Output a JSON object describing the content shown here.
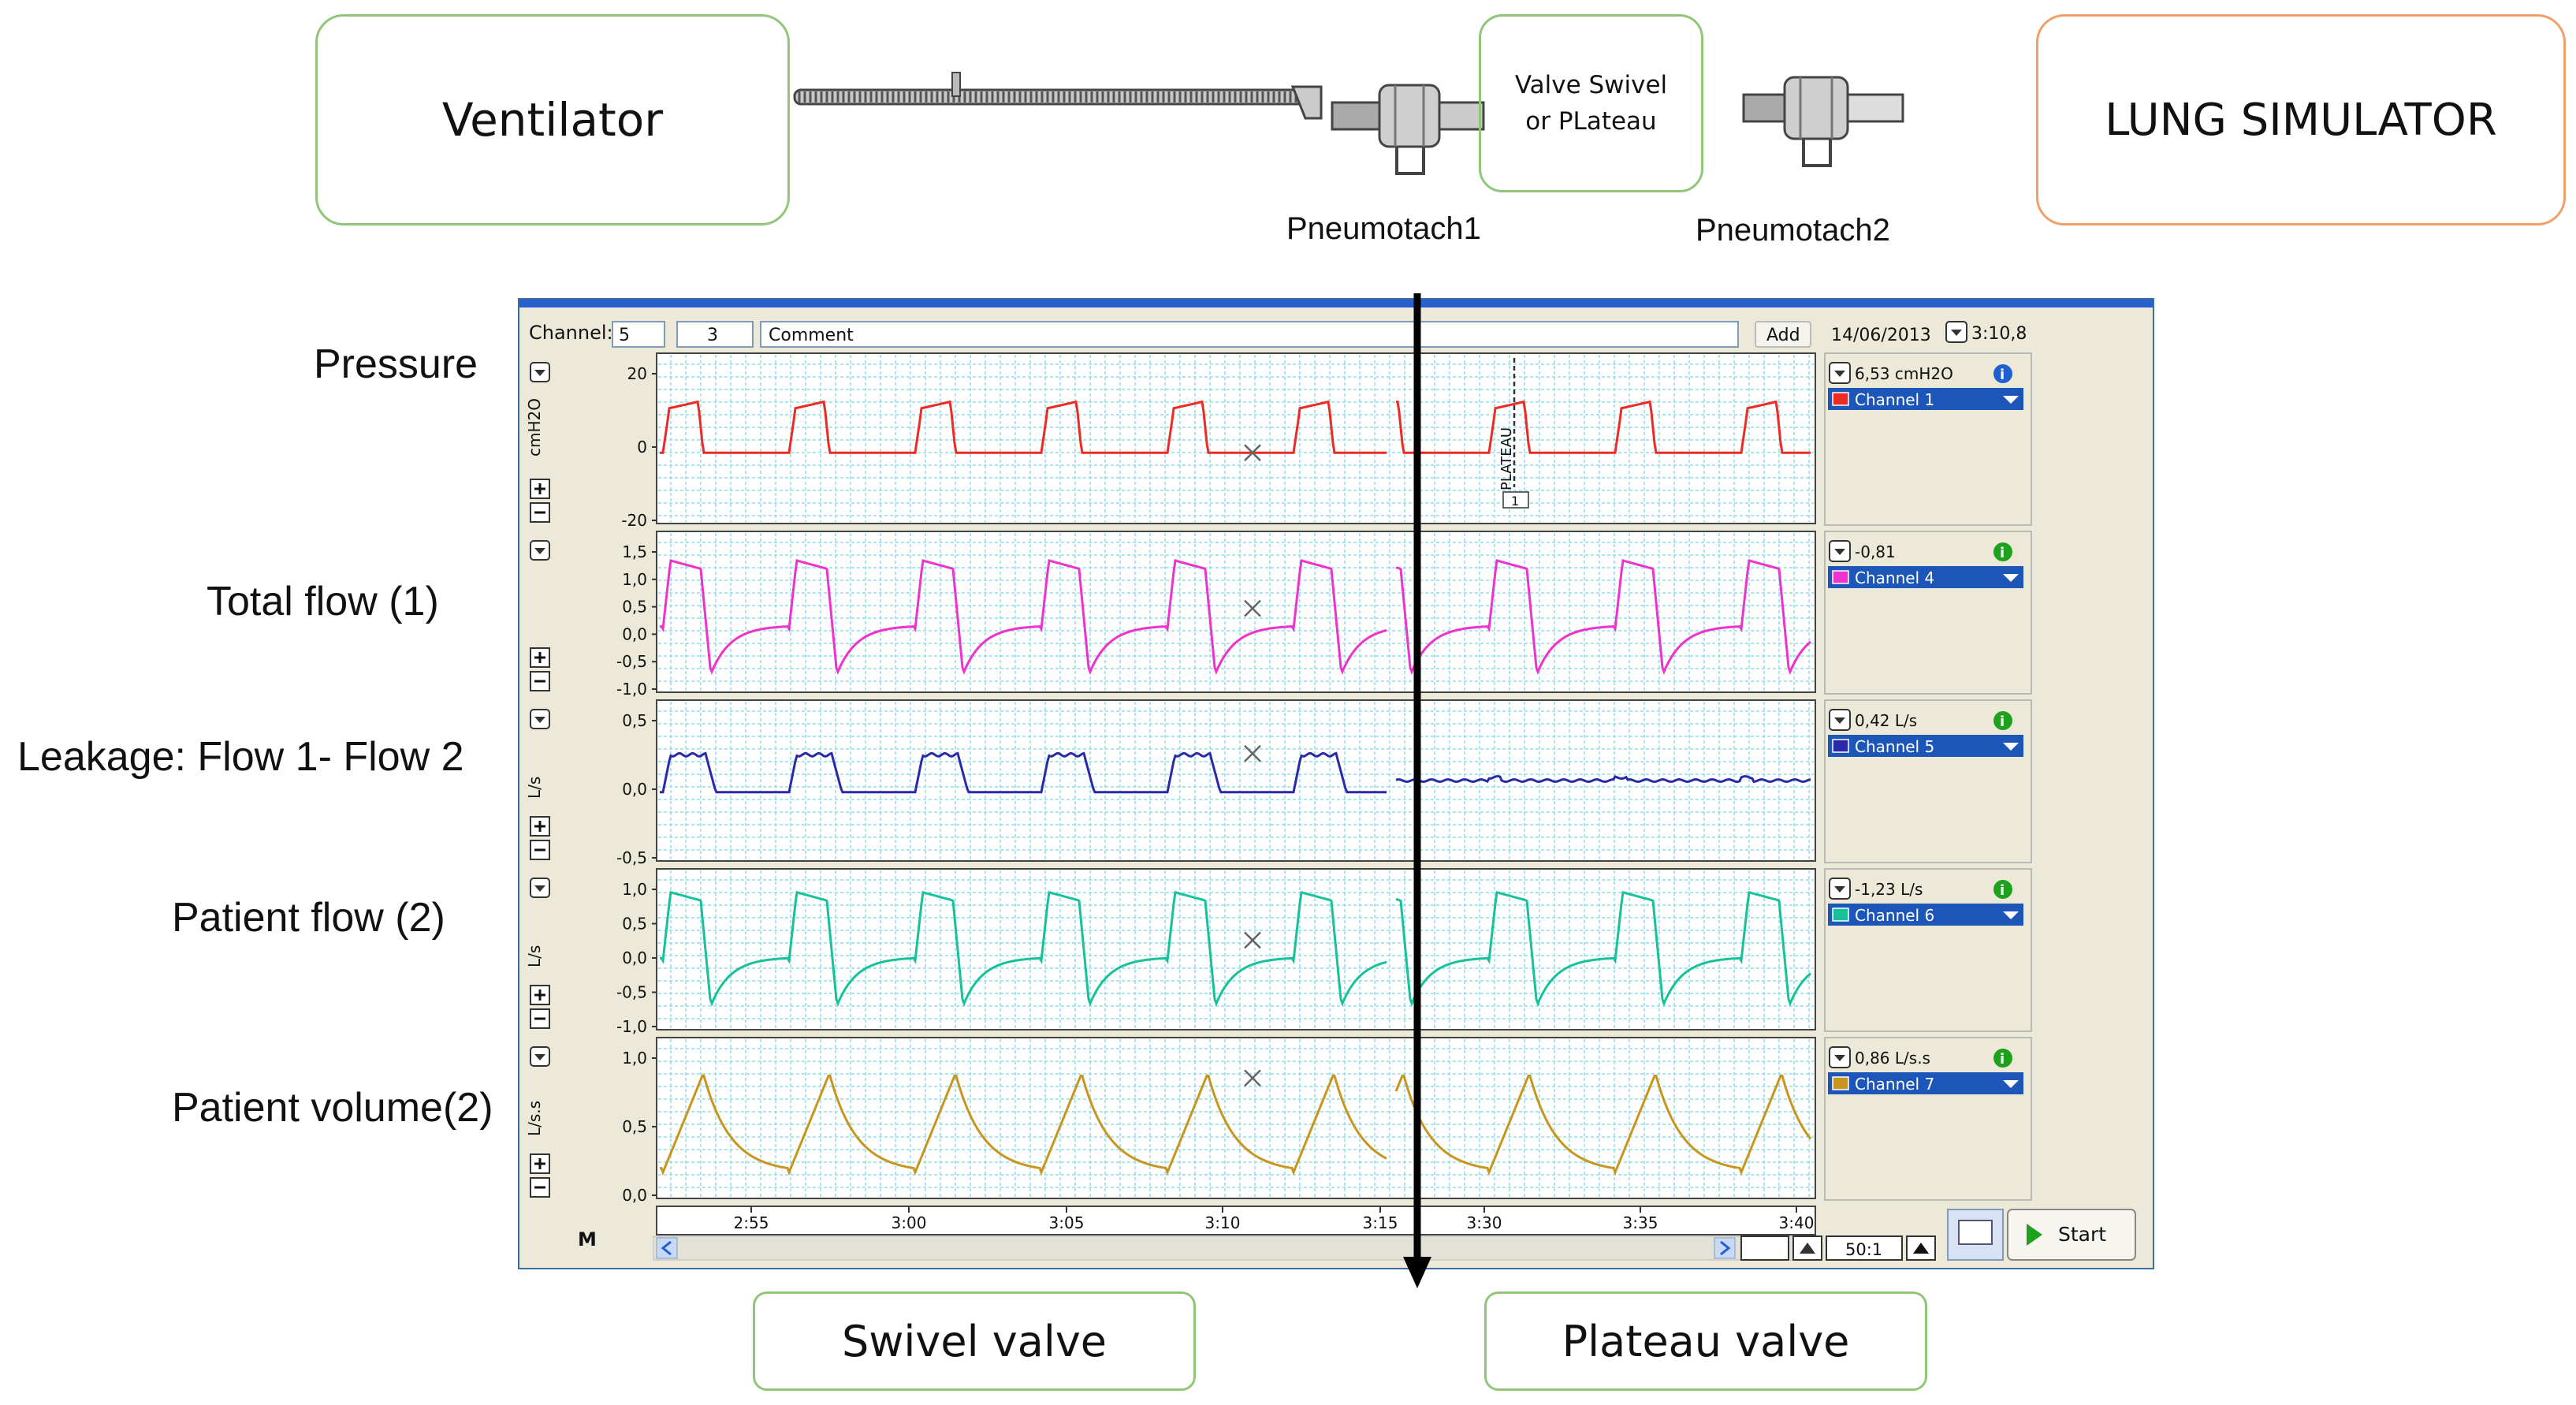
{
  "setup": {
    "ventilator": "Ventilator",
    "valve_box": [
      "Valve Swivel",
      "or PLateau"
    ],
    "lung": "LUNG SIMULATOR",
    "pneumotach1": "Pneumotach1",
    "pneumotach2": "Pneumotach2"
  },
  "row_labels": {
    "pressure": "Pressure",
    "total_flow": "Total flow (1)",
    "leakage": "Leakage: Flow 1- Flow 2",
    "patient_flow": "Patient flow (2)",
    "patient_volume": "Patient volume(2)"
  },
  "bottom": {
    "swivel": "Swivel valve",
    "plateau": "Plateau valve"
  },
  "window": {
    "channel_label": "Channel:",
    "channel_value": "5",
    "channel_count": "3",
    "comment_placeholder": "Comment",
    "add_label": "Add",
    "date": "14/06/2013",
    "time": "3:10,8",
    "plateau_marker": "PLATEAU",
    "marker_index": "1",
    "zoom": "50:1",
    "start_label": "Start",
    "m_label": "M",
    "time_ticks": [
      "2:55",
      "3:00",
      "3:05",
      "3:10",
      "3:15",
      "3:30",
      "3:35",
      "3:40"
    ]
  },
  "colors": {
    "pressure": "#ee2a24",
    "total_flow": "#ee33cc",
    "leakage": "#2a2aa8",
    "patient_flow": "#17c199",
    "patient_volume": "#c8961e",
    "grid": "#8fdde8",
    "info_blue": "#1f5fd1",
    "info_green": "#1ea21e"
  },
  "channels": [
    {
      "key": "pressure",
      "unit": "cmH2O",
      "readout": "6,53 cmH2O",
      "channel": "Channel 1",
      "ticks": [
        "20",
        "0",
        "-20"
      ],
      "info": "info_blue"
    },
    {
      "key": "total_flow",
      "unit": "",
      "readout": "-0,81",
      "channel": "Channel 4",
      "ticks": [
        "1,5",
        "1,0",
        "0,5",
        "0,0",
        "-0,5",
        "-1,0"
      ],
      "info": "info_green"
    },
    {
      "key": "leakage",
      "unit": "L/s",
      "readout": "0,42 L/s",
      "channel": "Channel 5",
      "ticks": [
        "0,5",
        "0,0",
        "-0,5"
      ],
      "info": "info_green"
    },
    {
      "key": "patient_flow",
      "unit": "L/s",
      "readout": "-1,23 L/s",
      "channel": "Channel 6",
      "ticks": [
        "1,0",
        "0,5",
        "0,0",
        "-0,5",
        "-1,0"
      ],
      "info": "info_green"
    },
    {
      "key": "patient_volume",
      "unit": "L/s.s",
      "readout": "0,86 L/s.s",
      "channel": "Channel 7",
      "ticks": [
        "1,0",
        "0,5",
        "0,0"
      ],
      "info": "info_green"
    }
  ]
}
